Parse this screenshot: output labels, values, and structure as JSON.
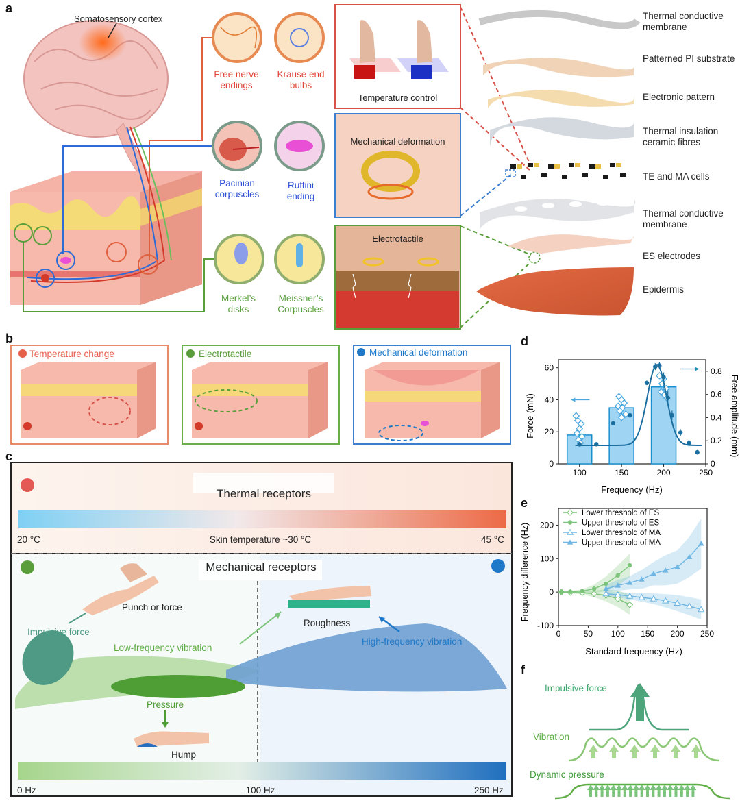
{
  "panel_letters": {
    "a": "a",
    "b": "b",
    "c": "c",
    "d": "d",
    "e": "e",
    "f": "f"
  },
  "panel_a": {
    "cortex_label": "Somatosensory cortex",
    "receptors": {
      "free_nerve": "Free nerve endings",
      "krause": "Krause end bulbs",
      "pacinian": "Pacinian corpuscles",
      "ruffini": "Ruffini ending",
      "merkel": "Merkel’s disks",
      "meissner": "Meissner’s Corpuscles"
    },
    "insets": {
      "temperature": "Temperature control",
      "mechanical": "Mechanical deformation",
      "electro": "Electrotactile"
    },
    "layers": [
      "Thermal conductive membrane",
      "Patterned PI substrate",
      "Electronic pattern",
      "Thermal insulation ceramic fibres",
      "TE and MA cells",
      "Thermal conductive membrane",
      "ES electrodes",
      "Epidermis"
    ]
  },
  "panel_b": {
    "temperature": "Temperature change",
    "electro": "Electrotactile",
    "mechanical": "Mechanical deformation",
    "colors": {
      "temperature": "#e8604c",
      "electro": "#5a9e3c",
      "mechanical": "#1f78c8"
    }
  },
  "panel_c": {
    "thermal_title": "Thermal receptors",
    "thermal_min": "20 °C",
    "thermal_mid": "Skin temperature ~30 °C",
    "thermal_max": "45 °C",
    "mech_title": "Mechanical receptors",
    "punch": "Punch or force",
    "impulsive": "Impulsive force",
    "low_freq": "Low-frequency vibration",
    "roughness": "Roughness",
    "high_freq": "High-frequency vibration",
    "pressure": "Pressure",
    "hump": "Hump",
    "freq_min": "0 Hz",
    "freq_mid": "100 Hz",
    "freq_max": "250 Hz"
  },
  "panel_f": {
    "impulsive": "Impulsive force",
    "vibration": "Vibration",
    "dynamic": "Dynamic pressure"
  },
  "chart_data": [
    {
      "id": "d",
      "type": "bar",
      "xlabel": "Frequency (Hz)",
      "ylabel": "Force (mN)",
      "y2label": "Free amplitude (mm)",
      "xlim": [
        75,
        250
      ],
      "ylim": [
        0,
        65
      ],
      "y2lim": [
        0,
        0.9
      ],
      "xticks": [
        100,
        150,
        200,
        250
      ],
      "yticks": [
        0,
        20,
        40,
        60
      ],
      "y2ticks": [
        0,
        0.2,
        0.4,
        0.6,
        0.8
      ],
      "categories": [
        100,
        150,
        200
      ],
      "values": [
        18,
        35,
        48
      ],
      "errors": [
        4,
        4,
        2
      ],
      "scatter_force": [
        {
          "x": 96,
          "y": 30
        },
        {
          "x": 98,
          "y": 27
        },
        {
          "x": 102,
          "y": 25
        },
        {
          "x": 100,
          "y": 22
        },
        {
          "x": 97,
          "y": 19
        },
        {
          "x": 103,
          "y": 17
        },
        {
          "x": 99,
          "y": 15
        },
        {
          "x": 101,
          "y": 13
        },
        {
          "x": 147,
          "y": 42
        },
        {
          "x": 150,
          "y": 40
        },
        {
          "x": 153,
          "y": 38
        },
        {
          "x": 146,
          "y": 36
        },
        {
          "x": 151,
          "y": 35
        },
        {
          "x": 148,
          "y": 33
        },
        {
          "x": 155,
          "y": 31
        },
        {
          "x": 150,
          "y": 29
        },
        {
          "x": 195,
          "y": 55
        },
        {
          "x": 200,
          "y": 53
        },
        {
          "x": 198,
          "y": 50
        },
        {
          "x": 203,
          "y": 47
        },
        {
          "x": 197,
          "y": 45
        },
        {
          "x": 201,
          "y": 43
        },
        {
          "x": 204,
          "y": 41
        }
      ],
      "amplitude_points": [
        {
          "x": 100,
          "y": 0.17,
          "err": 0.02
        },
        {
          "x": 120,
          "y": 0.17,
          "err": 0.01
        },
        {
          "x": 140,
          "y": 0.35,
          "err": 0.01
        },
        {
          "x": 160,
          "y": 0.42,
          "err": 0.02
        },
        {
          "x": 180,
          "y": 0.7,
          "err": 0.02
        },
        {
          "x": 190,
          "y": 0.84,
          "err": 0.03
        },
        {
          "x": 195,
          "y": 0.85,
          "err": 0.03
        },
        {
          "x": 200,
          "y": 0.75,
          "err": 0.04
        },
        {
          "x": 205,
          "y": 0.57,
          "err": 0.06
        },
        {
          "x": 210,
          "y": 0.42,
          "err": 0.04
        },
        {
          "x": 220,
          "y": 0.27,
          "err": 0.03
        },
        {
          "x": 230,
          "y": 0.18,
          "err": 0.03
        },
        {
          "x": 240,
          "y": 0.1,
          "err": 0.02
        }
      ],
      "fit_curve": {
        "x0": 192,
        "peak": 0.86,
        "base": 0.16,
        "width": 16
      },
      "colors": {
        "bar": "#9fd4f3",
        "bar_edge": "#1a8fd0",
        "marker": "#2a8fc0",
        "line": "#1b6fa0"
      }
    },
    {
      "id": "e",
      "type": "line",
      "xlabel": "Standard frequency (Hz)",
      "ylabel": "Frequency difference (Hz)",
      "xlim": [
        0,
        250
      ],
      "ylim": [
        -100,
        250
      ],
      "xticks": [
        0,
        50,
        100,
        150,
        200,
        250
      ],
      "yticks": [
        -100,
        0,
        100,
        200
      ],
      "series": [
        {
          "name": "Lower threshold of ES",
          "x": [
            5,
            20,
            40,
            60,
            80,
            100,
            120
          ],
          "y": [
            0,
            -1,
            -2,
            -5,
            -10,
            -20,
            -38
          ],
          "band": [
            2,
            3,
            5,
            10,
            18,
            25,
            30
          ],
          "color": "#7cc47a",
          "marker": "diamond-open"
        },
        {
          "name": "Upper threshold of ES",
          "x": [
            5,
            20,
            40,
            60,
            80,
            100,
            120
          ],
          "y": [
            0,
            1,
            3,
            10,
            25,
            50,
            80
          ],
          "band": [
            2,
            3,
            5,
            12,
            22,
            30,
            35
          ],
          "color": "#7cc47a",
          "marker": "circle"
        },
        {
          "name": "Lower threshold of MA",
          "x": [
            80,
            100,
            120,
            140,
            160,
            180,
            200,
            220,
            240
          ],
          "y": [
            -5,
            -8,
            -12,
            -16,
            -20,
            -26,
            -33,
            -42,
            -52
          ],
          "band": [
            5,
            8,
            10,
            13,
            16,
            20,
            24,
            27,
            30
          ],
          "color": "#6fb6e3",
          "marker": "triangle-open"
        },
        {
          "name": "Upper threshold of MA",
          "x": [
            80,
            100,
            120,
            140,
            160,
            180,
            200,
            220,
            240
          ],
          "y": [
            10,
            20,
            28,
            38,
            55,
            65,
            75,
            105,
            145
          ],
          "band": [
            12,
            16,
            20,
            28,
            35,
            45,
            50,
            60,
            75
          ],
          "color": "#6fb6e3",
          "marker": "triangle"
        }
      ]
    }
  ]
}
